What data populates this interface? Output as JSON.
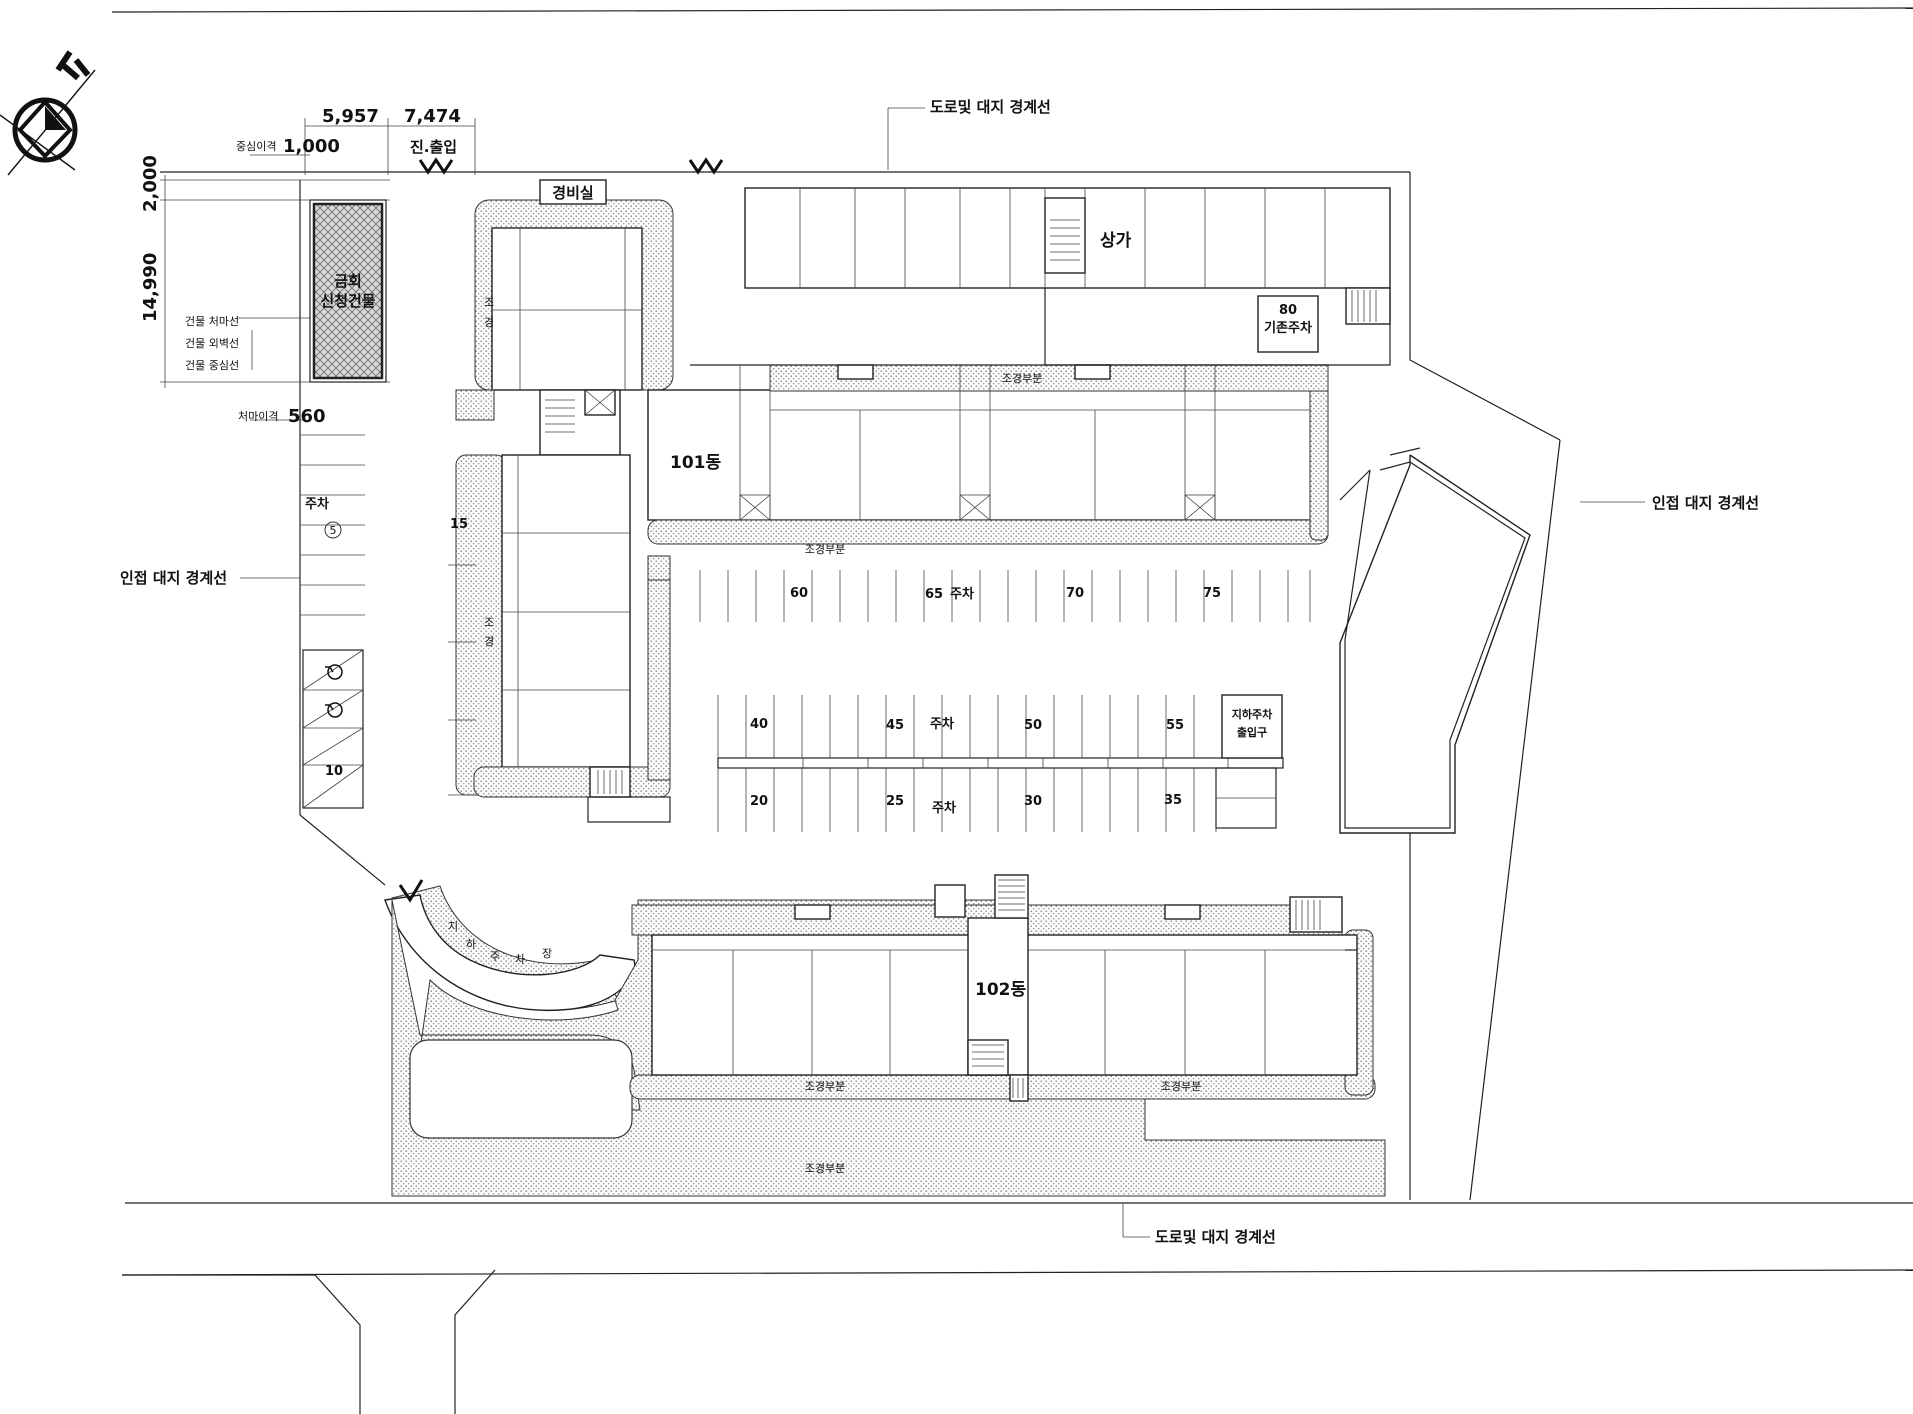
{
  "labels": {
    "road_boundary_top": "도로및 대지 경계선",
    "road_boundary_bottom": "도로및 대지 경계선",
    "adjacent_boundary_left": "인접 대지 경계선",
    "adjacent_boundary_right": "인접 대지 경계선",
    "guard_room": "경비실",
    "store": "상가",
    "existing_parking_count": "80",
    "existing_parking": "기존주차",
    "building_101": "101동",
    "building_102": "102동",
    "landscape_part": "조경부분",
    "landscape_char_1": "조",
    "landscape_char_2": "경",
    "parking": "주차",
    "underground_parking_entry_1": "지하주차",
    "underground_parking_entry_2": "출입구",
    "underground_parking_ramp": [
      "지",
      "하",
      "주",
      "차",
      "장"
    ],
    "new_building_1": "금회",
    "new_building_2": "신청건물",
    "eave_line": "건물 처마선",
    "outer_wall_line": "건물 외벽선",
    "center_line": "건물 중심선",
    "center_offset": "중심이격",
    "eave_offset": "처마이격",
    "entrance": "진.출입"
  },
  "dimensions": {
    "width_a": "5,957",
    "width_b": "7,474",
    "center_offset_value": "1,000",
    "setback_top": "2,000",
    "building_depth": "14,990",
    "eave_offset_value": "560"
  },
  "parking_numbers": {
    "n5": "5",
    "n10": "10",
    "n15": "15",
    "n20": "20",
    "n25": "25",
    "n30": "30",
    "n35": "35",
    "n40": "40",
    "n45": "45",
    "n50": "50",
    "n55": "55",
    "n60": "60",
    "n65": "65",
    "n70": "70",
    "n75": "75"
  },
  "icons": {
    "north": "north-arrow-icon",
    "accessible": "wheelchair-icon",
    "entry": "entry-mark-icon"
  }
}
